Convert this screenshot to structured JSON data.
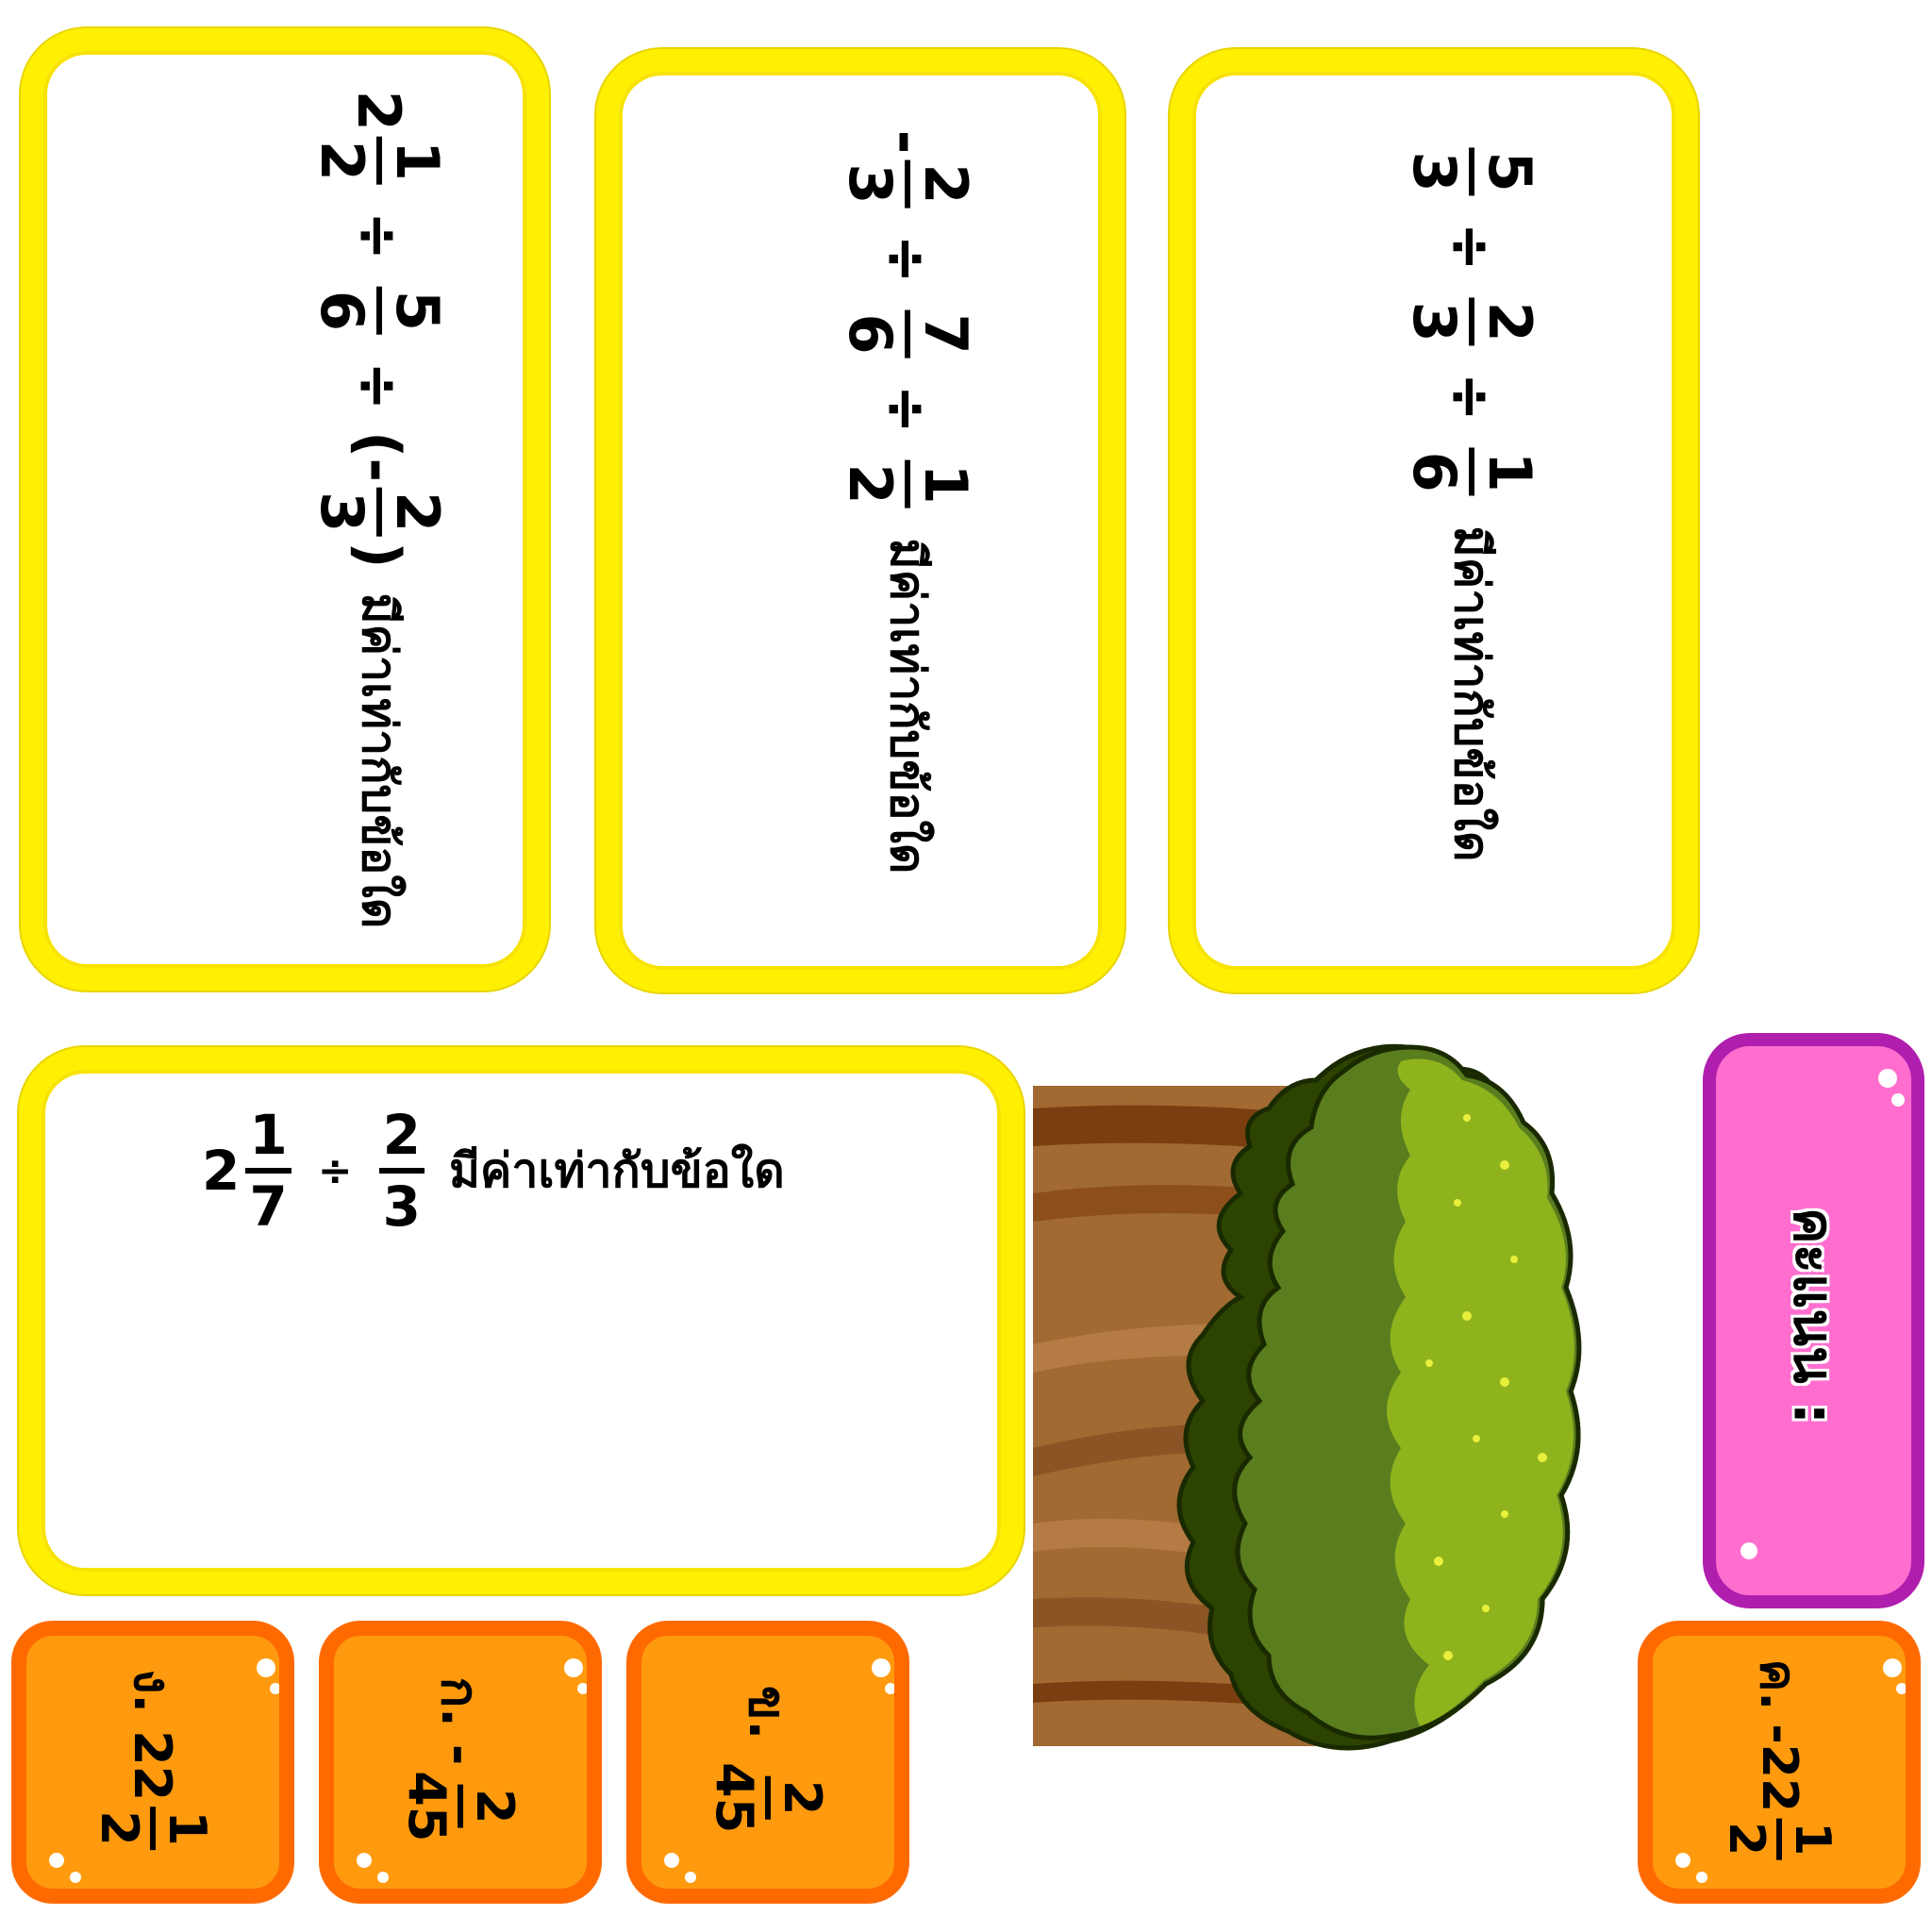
{
  "cards": [
    {
      "id": "card-1",
      "expr": {
        "f1": {
          "whole": "2",
          "num": "1",
          "den": "2"
        },
        "op1": "÷",
        "f2": {
          "num": "5",
          "den": "6"
        },
        "op2": "÷",
        "f3": {
          "open": "(",
          "sign": "-",
          "num": "2",
          "den": "3",
          "close": ")"
        }
      },
      "question": "มีค่าเท่ากับข้อใด"
    },
    {
      "id": "card-2",
      "expr": {
        "f1": {
          "sign": "-",
          "num": "2",
          "den": "3"
        },
        "op1": "÷",
        "f2": {
          "num": "7",
          "den": "6"
        },
        "op2": "÷",
        "f3": {
          "num": "1",
          "den": "2"
        }
      },
      "question": "มีค่าเท่ากับข้อใด"
    },
    {
      "id": "card-3",
      "expr": {
        "f1": {
          "num": "5",
          "den": "3"
        },
        "op1": "÷",
        "f2": {
          "num": "2",
          "den": "3"
        },
        "op2": "÷",
        "f3": {
          "num": "1",
          "den": "6"
        }
      },
      "question": "มีค่าเท่ากับข้อใด"
    },
    {
      "id": "card-4",
      "expr": {
        "f1": {
          "whole": "2",
          "num": "1",
          "den": "7"
        },
        "op1": "÷",
        "f2": {
          "num": "2",
          "den": "3"
        }
      },
      "question": "มีค่าเท่ากับข้อใด"
    }
  ],
  "answers": [
    {
      "label": "ง.",
      "whole": "22",
      "num": "1",
      "den": "2"
    },
    {
      "label": "ก.",
      "sign": "-",
      "num": "2",
      "den": "45"
    },
    {
      "label": "ข.",
      "num": "2",
      "den": "45"
    },
    {
      "label": "ค.",
      "sign": "-",
      "whole": "22",
      "num": "1",
      "den": "2"
    }
  ],
  "score": {
    "label": "คะแนน :",
    "value": ""
  },
  "colors": {
    "card_border": "#ffef00",
    "answer_fill": "#ff9a0e",
    "answer_border": "#ff6a00",
    "score_fill": "#ff6ecf",
    "score_border": "#b01eae",
    "bush_light": "#8fb31d",
    "bush_dark": "#5a7d1e",
    "ground": "#a06a32"
  }
}
